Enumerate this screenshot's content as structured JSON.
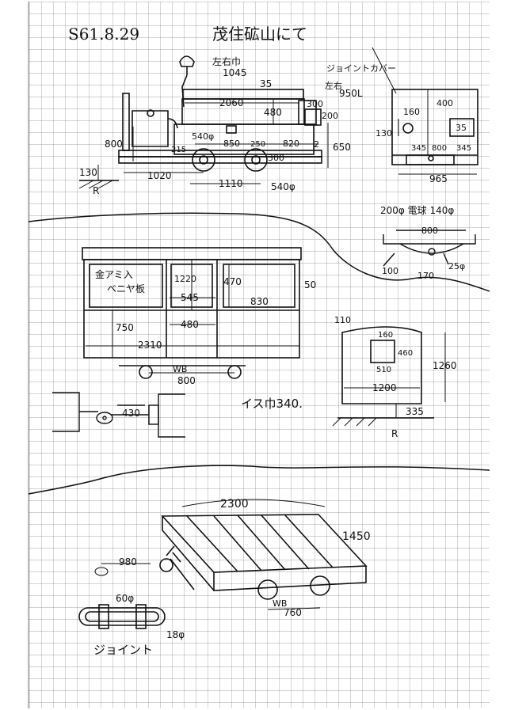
{
  "header": {
    "date": "S61.8.29",
    "location": "茂住砿山にて"
  },
  "locomotive": {
    "width_label": "左右巾",
    "width_value": "1045",
    "d35": "35",
    "d2060": "2060",
    "d480": "480",
    "d300": "300",
    "d200": "200",
    "d800": "800",
    "d540": "540φ",
    "d215": "215",
    "d850": "850",
    "d250": "250",
    "d820": "820",
    "d2": "2",
    "d650": "650",
    "d300b": "300",
    "d130": "130",
    "rail": "R",
    "d1020": "1020",
    "d1110": "1110",
    "d540b": "540φ"
  },
  "loco_end": {
    "joint_label": "ジョイントカバー",
    "width_label": "左右",
    "width_value": "950L",
    "d400": "400",
    "d160": "160",
    "d130": "130",
    "d35": "35",
    "d345a": "345",
    "d800": "800",
    "d345b": "345",
    "d965": "965",
    "lamp": "200φ 電球 140φ",
    "d800b": "800",
    "d100": "100",
    "d170": "170",
    "d25": "25φ"
  },
  "car": {
    "window_label_1": "金アミ入",
    "window_label_2": "ベニヤ板",
    "d1220": "1220",
    "d470": "470",
    "d50": "50",
    "d545": "545",
    "d830": "830",
    "d750": "750",
    "d480": "480",
    "d2310": "2310",
    "wb_label": "WB",
    "wb_value": "800",
    "coupler_430": "430",
    "seat": "イス巾340."
  },
  "car_end": {
    "d110": "110",
    "d160": "160",
    "d460": "460",
    "d510": "510",
    "d1260": "1260",
    "d1200": "1200",
    "d335": "335",
    "rail": "R"
  },
  "flatcar": {
    "d2300": "2300",
    "d1450": "1450",
    "d980": "980",
    "wb_label": "WB",
    "wb_value": "760",
    "d60": "60φ",
    "d18": "18φ",
    "joint": "ジョイント"
  }
}
